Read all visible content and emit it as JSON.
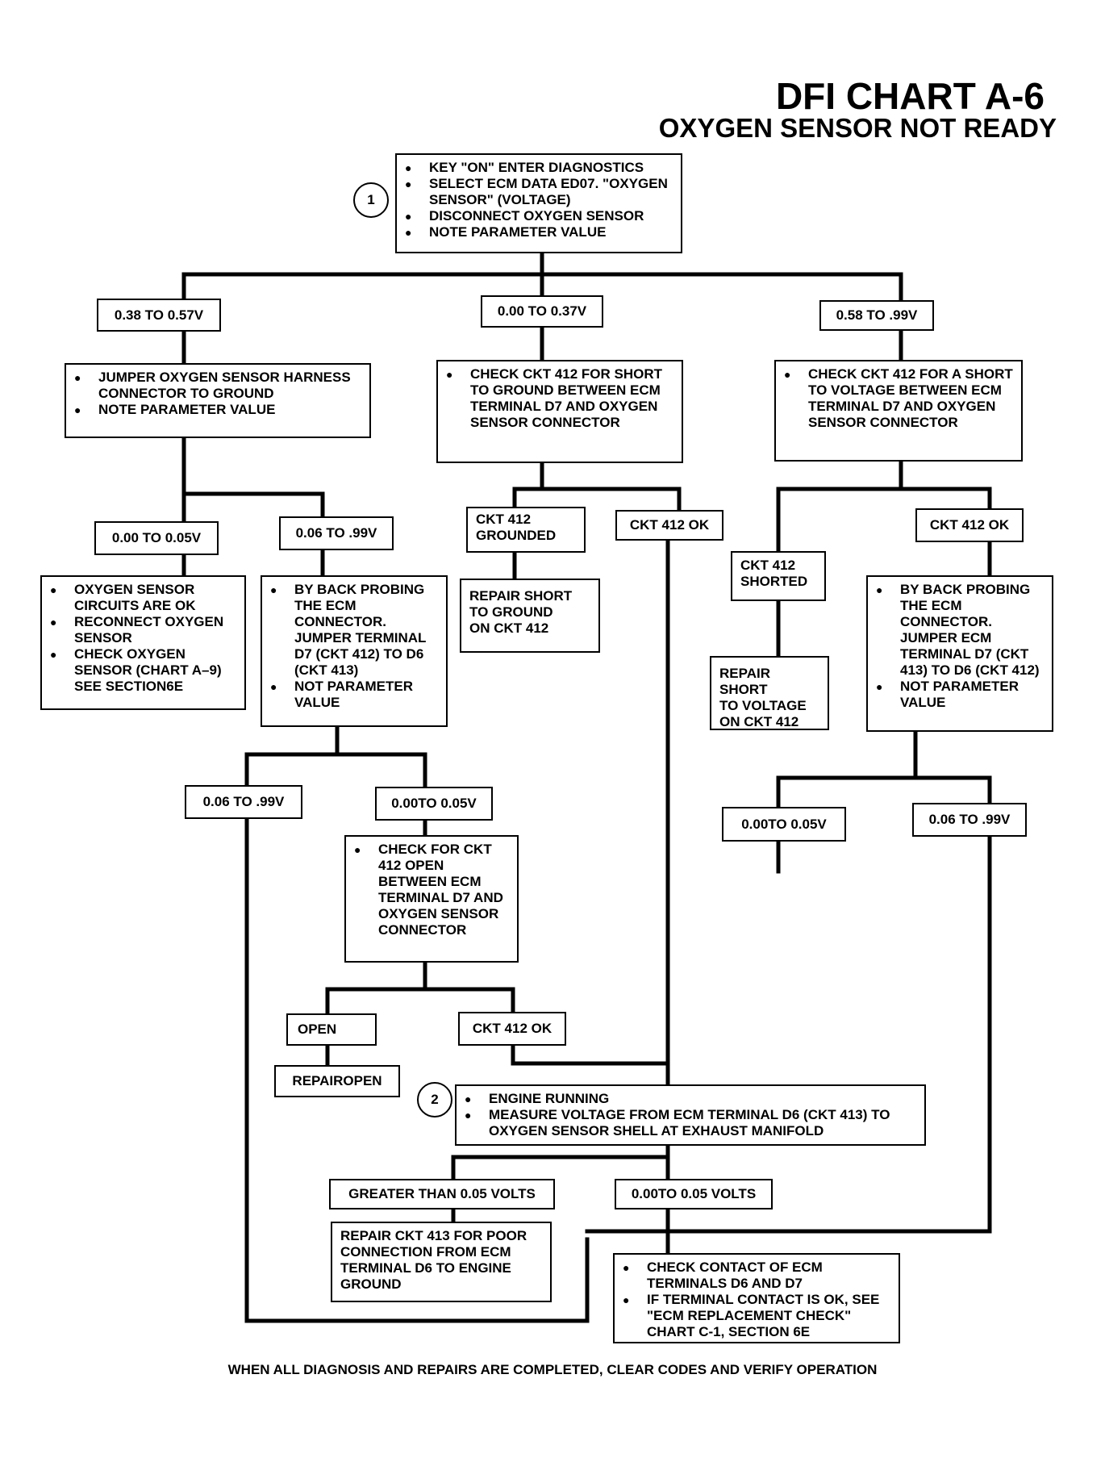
{
  "title": "DFI CHART A-6",
  "subtitle": "OXYGEN SENSOR NOT READY",
  "steps": {
    "step1": "1",
    "step2": "2"
  },
  "start": [
    "KEY \"ON\" ENTER DIAGNOSTICS",
    "SELECT ECM DATA ED07. \"OXYGEN SENSOR\" (VOLTAGE)",
    "DISCONNECT OXYGEN SENSOR",
    "NOTE PARAMETER VALUE"
  ],
  "branch_left": {
    "range": "0.38 TO 0.57V",
    "action": [
      "JUMPER OXYGEN SENSOR HARNESS CONNECTOR TO GROUND",
      "NOTE PARAMETER VALUE"
    ],
    "low_label": "0.00 TO 0.05V",
    "low_action": [
      "OXYGEN SENSOR CIRCUITS ARE OK",
      "RECONNECT OXYGEN SENSOR",
      "CHECK OXYGEN SENSOR (CHART A–9) SEE SECTION6E"
    ],
    "high_label": "0.06 TO  .99V",
    "high_action": [
      "BY BACK  PROBING THE ECM CONNECTOR. JUMPER TERMINAL D7 (CKT 412) TO D6 (CKT 413)",
      "NOT PARAMETER VALUE"
    ],
    "sub_high_label": "0.06 TO  .99V",
    "sub_low_label": "0.00TO 0.05V",
    "open_check": [
      "CHECK FOR CKT 412 OPEN BETWEEN ECM TERMINAL D7 AND OXYGEN SENSOR CONNECTOR"
    ],
    "open_label": "OPEN",
    "repair_open": "REPAIROPEN",
    "ok_label": "CKT 412 OK"
  },
  "branch_middle": {
    "range": "0.00 TO 0.37V",
    "action": [
      "CHECK CKT 412 FOR SHORT TO GROUND BETWEEN ECM TERMINAL D7 AND OXYGEN SENSOR CONNECTOR"
    ],
    "grounded_label": "CKT 412\nGROUNDED",
    "ok_label": "CKT 412 OK",
    "repair": "REPAIR SHORT\nTO GROUND\nON CKT 412"
  },
  "branch_right": {
    "range": "0.58 TO  .99V",
    "action": [
      "CHECK CKT 412 FOR A SHORT TO VOLTAGE BETWEEN ECM TERMINAL D7 AND OXYGEN SENSOR CONNECTOR"
    ],
    "shorted_label": "CKT 412\nSHORTED",
    "ok_label": "CKT 412 OK",
    "repair": "REPAIR SHORT\nTO VOLTAGE\nON CKT 412",
    "probe_action": [
      "BY BACK  PROBING THE ECM CONNECTOR. JUMPER ECM TERMINAL D7 (CKT 413) TO D6 (CKT 412)",
      "NOT PARAMETER VALUE"
    ],
    "low_label": "0.00TO 0.05V",
    "high_label": "0.06 TO  .99V"
  },
  "engine": {
    "action": [
      "ENGINE RUNNING",
      "MEASURE VOLTAGE FROM ECM TERMINAL D6 (CKT 413) TO OXYGEN SENSOR SHELL AT EXHAUST MANIFOLD"
    ],
    "greater_label": "GREATER THAN 0.05 VOLTS",
    "less_label": "0.00TO 0.05 VOLTS",
    "repair_413": "REPAIR CKT 413 FOR POOR\nCONNECTION FROM ECM\nTERMINAL D6 TO ENGINE\nGROUND",
    "final_action": [
      "CHECK CONTACT OF ECM TERMINALS D6 AND D7",
      "IF TERMINAL CONTACT IS OK, SEE \"ECM REPLACEMENT CHECK\" CHART C-1, SECTION 6E"
    ]
  },
  "footer": "WHEN ALL DIAGNOSIS AND REPAIRS ARE COMPLETED, CLEAR CODES AND VERIFY OPERATION"
}
